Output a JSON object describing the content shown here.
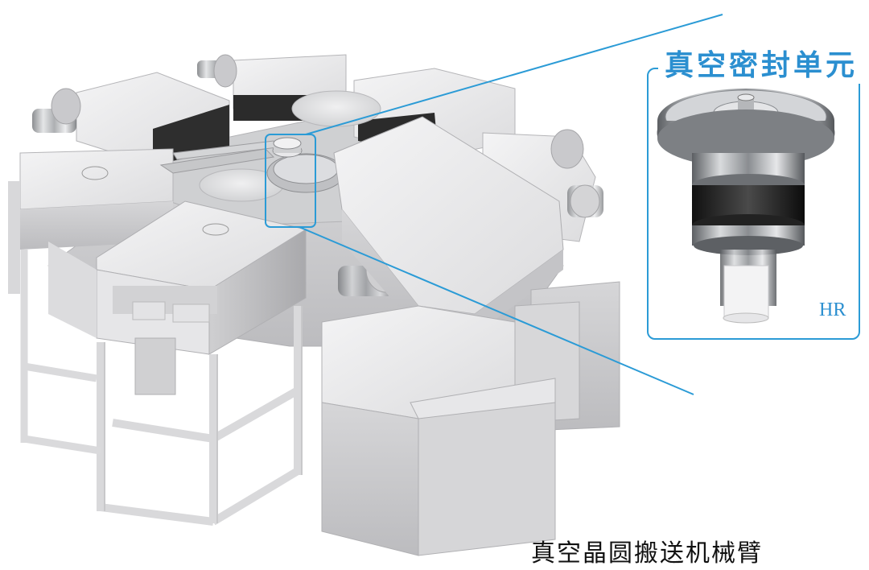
{
  "inset": {
    "title": "真空密封单元",
    "mark": "HR"
  },
  "caption": "真空晶圆搬送机械臂",
  "colors": {
    "callout": "#2b9bd6",
    "title_text": "#2b8fd0",
    "caption_text": "#111111"
  },
  "icons": [
    "vacuum-seal-unit-image",
    "wafer-handling-robot-image"
  ]
}
